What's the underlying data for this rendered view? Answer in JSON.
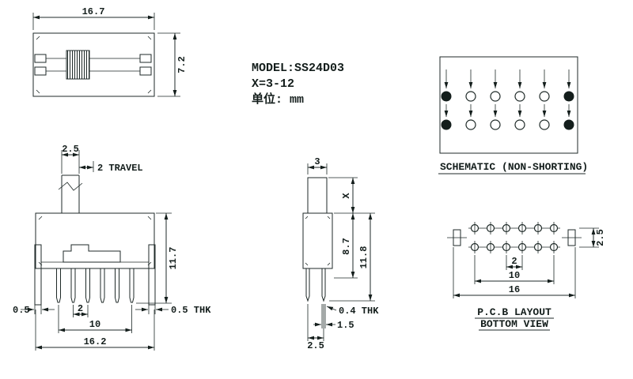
{
  "title_block": {
    "model": "MODEL:SS24D03",
    "x_range": "X=3-12",
    "unit": "单位: mm"
  },
  "top_view": {
    "width": "16.7",
    "height": "7.2"
  },
  "front_view": {
    "knob_width": "2.5",
    "travel": "2 TRAVEL",
    "height": "11.7",
    "bracket_thk": "0.5",
    "pin_pitch": "2",
    "pin_span": "10",
    "total_width": "16.2",
    "thk": "0.5 THK"
  },
  "side_view": {
    "knob_width": "3",
    "knob_height": "X",
    "body_height": "8.7",
    "total_height": "11.8",
    "pin_thk": "0.4 THK",
    "pin_tip": "1.5",
    "pin_spacing": "2.5"
  },
  "schematic": {
    "label": "SCHEMATIC (NON-SHORTING)"
  },
  "pcb": {
    "row_spacing": "2.5",
    "hole_pitch": "2",
    "hole_span": "10",
    "total_width": "16",
    "label_line1": "P.C.B LAYOUT",
    "label_line2": "BOTTOM VIEW"
  }
}
